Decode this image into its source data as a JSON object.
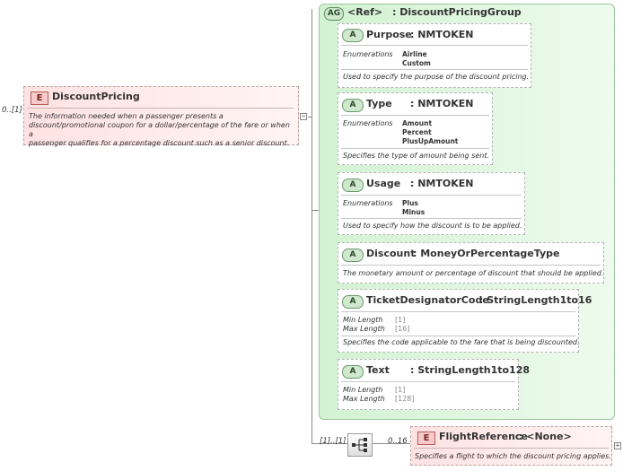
{
  "discount_pricing": {
    "badge": "E",
    "cardinality": "0..[1]",
    "name": "DiscountPricing",
    "doc_lines": [
      "The information needed when a passenger presents a",
      "discount/promotional coupon for a dollar/percentage of the fare or when a",
      "passenger qualifies for a percentage discount such as a senior discount."
    ],
    "expander": "−"
  },
  "group": {
    "badge": "AG",
    "ref_label": "<Ref>",
    "name": ": DiscountPricingGroup"
  },
  "attributes": [
    {
      "badge": "A",
      "name": "Purpose",
      "type": ": NMTOKEN",
      "enum_label": "Enumerations",
      "enums": [
        "Airline",
        "Custom"
      ],
      "doc": "Used to specify the purpose of the discount pricing."
    },
    {
      "badge": "A",
      "name": "Type",
      "type": ": NMTOKEN",
      "enum_label": "Enumerations",
      "enums": [
        "Amount",
        "Percent",
        "PlusUpAmount"
      ],
      "doc": "Specifies the type of amount being sent."
    },
    {
      "badge": "A",
      "name": "Usage",
      "type": ": NMTOKEN",
      "enum_label": "Enumerations",
      "enums": [
        "Plus",
        "Minus"
      ],
      "doc": "Used to specify how the discount is to be applied."
    },
    {
      "badge": "A",
      "name": "Discount",
      "type": ": MoneyOrPercentageType",
      "doc": "The monetary amount or percentage of discount that should be applied."
    },
    {
      "badge": "A",
      "name": "TicketDesignatorCode",
      "type": ": StringLength1to16",
      "facets": [
        {
          "label": "Min Length",
          "value": "[1]"
        },
        {
          "label": "Max Length",
          "value": "[16]"
        }
      ],
      "doc": "Specifies the code applicable to the fare that is being discounted."
    },
    {
      "badge": "A",
      "name": "Text",
      "type": ": StringLength1to128",
      "facets": [
        {
          "label": "Min Length",
          "value": "[1]"
        },
        {
          "label": "Max Length",
          "value": "[128]"
        }
      ]
    }
  ],
  "sequence": {
    "cardinality": "[1]..[1]",
    "icon": "sequence-compositor-icon"
  },
  "flight_reference": {
    "badge": "E",
    "cardinality": "0..16",
    "name": "FlightReference",
    "type": ": <None>",
    "doc": "Specifies a flight to which the discount pricing applies.",
    "expander": "+"
  }
}
